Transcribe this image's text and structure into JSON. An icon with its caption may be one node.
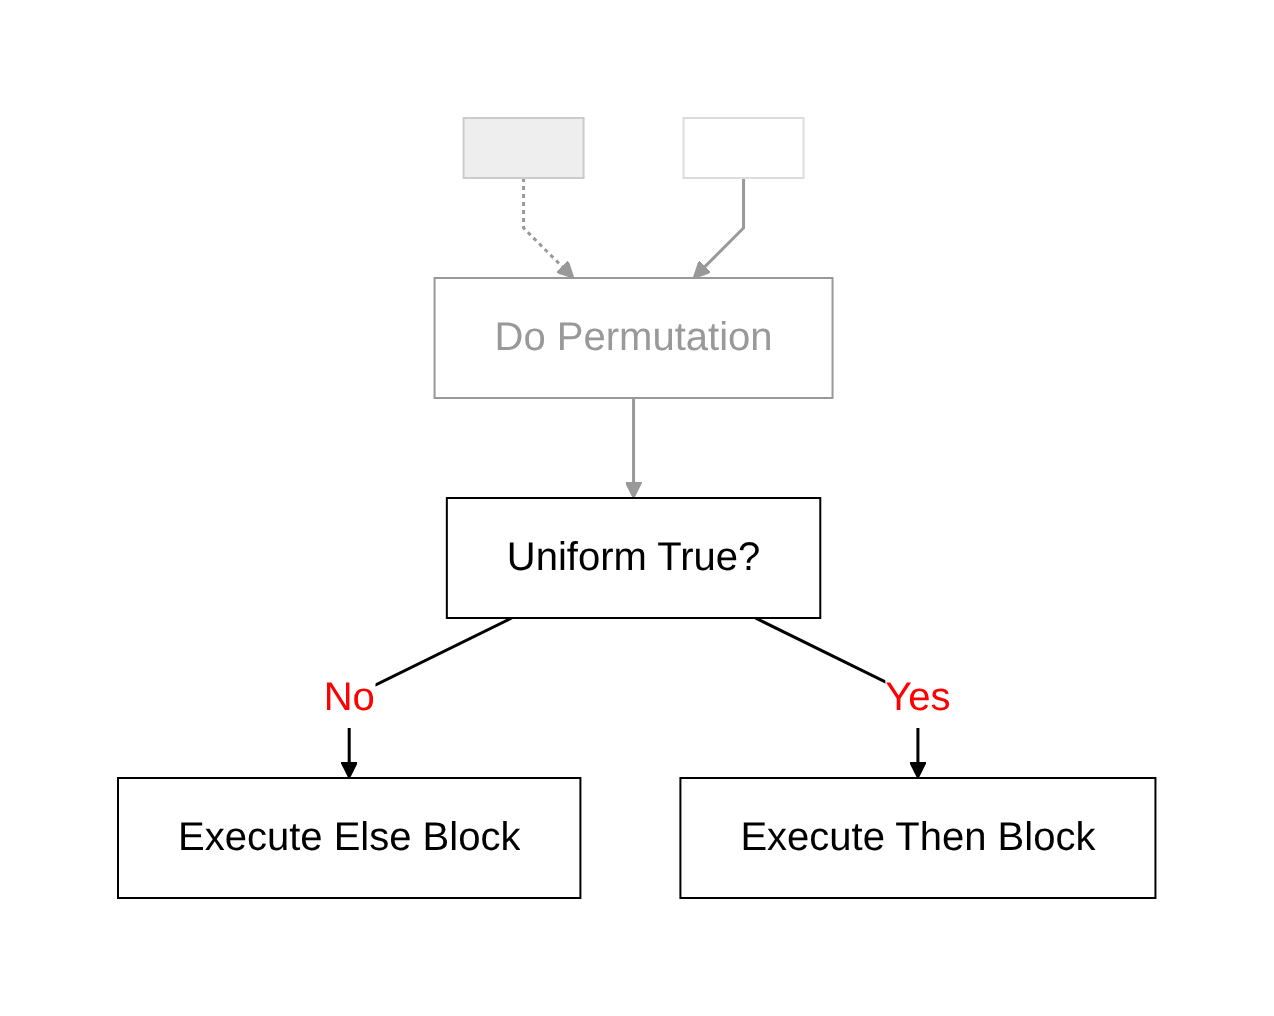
{
  "diagram": {
    "nodes": [
      {
        "text": [],
        "shape": "box"
      },
      {
        "text": [
          "Do Permutation"
        ]
      },
      {
        "text": [],
        "shape": "box"
      },
      {
        "text": [
          "Uniform True?"
        ]
      },
      {
        "text": [
          "Execute Else Block"
        ]
      },
      {
        "text": [
          "Execute Then Block"
        ]
      }
    ],
    "edges": [
      {
        "from": 0,
        "to": 1,
        "arrow": "to",
        "style": "dashed"
      },
      {
        "from": 2,
        "to": 1,
        "arrow": "to"
      },
      {
        "from": 1,
        "to": 3,
        "arrow": "to"
      },
      {
        "from": 3,
        "to": 4,
        "arrow": "to",
        "label": "No",
        "color": "#000000"
      },
      {
        "from": 3,
        "to": 5,
        "arrow": "to",
        "label": "Yes",
        "color": "#000000"
      }
    ]
  }
}
